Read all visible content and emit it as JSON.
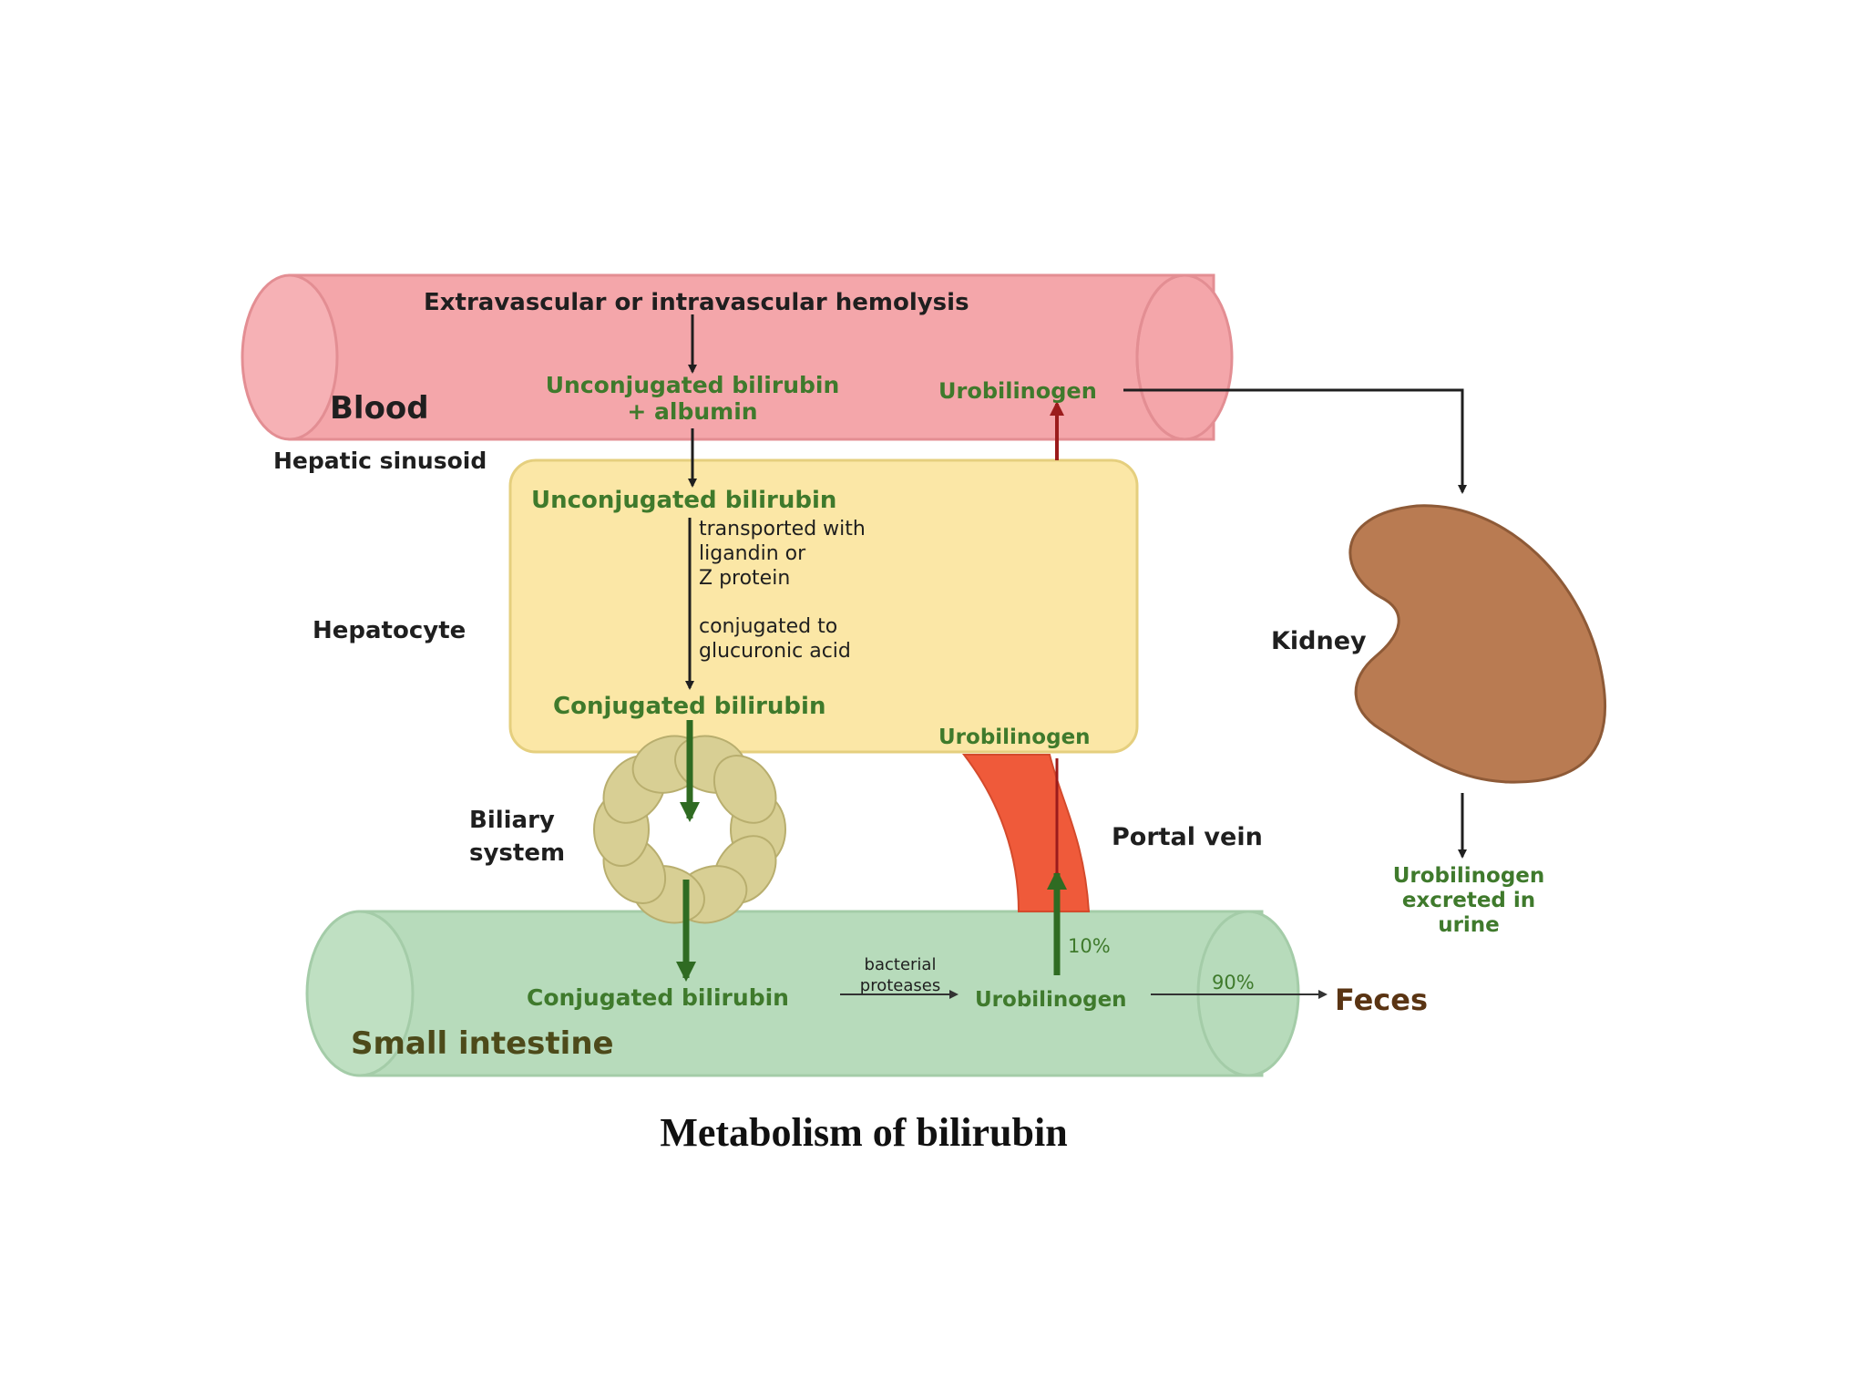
{
  "diagram": {
    "caption": "Metabolism of bilirubin",
    "blood": {
      "region_label": "Blood",
      "hemolysis": "Extravascular or intravascular hemolysis",
      "bilirubin_albumin_line1": "Unconjugated bilirubin",
      "bilirubin_albumin_line2": "+ albumin",
      "urobilinogen": "Urobilinogen",
      "color": "#f4a6aa"
    },
    "hepatic_sinusoid": "Hepatic sinusoid",
    "hepatocyte": {
      "region_label": "Hepatocyte",
      "unconjugated": "Unconjugated bilirubin",
      "transport_line1": "transported with",
      "transport_line2": "ligandin or",
      "transport_line3": "Z protein",
      "conjugation_line1": "conjugated to",
      "conjugation_line2": "glucuronic acid",
      "conjugated": "Conjugated bilirubin",
      "urobilinogen": "Urobilinogen",
      "color": "#fbe7a6"
    },
    "biliary": {
      "line1": "Biliary",
      "line2": "system",
      "color": "#d8cf94"
    },
    "portal_vein": {
      "label": "Portal vein",
      "color": "#ef5a3a"
    },
    "small_intestine": {
      "region_label": "Small intestine",
      "conjugated": "Conjugated bilirubin",
      "proteases_line1": "bacterial",
      "proteases_line2": "proteases",
      "urobilinogen": "Urobilinogen",
      "percent_portal": "10%",
      "percent_feces": "90%",
      "feces": "Feces",
      "color": "#b7dbbb"
    },
    "kidney": {
      "label": "Kidney",
      "excreted_line1": "Urobilinogen",
      "excreted_line2": "excreted in",
      "excreted_line3": "urine",
      "color": "#b97b52"
    }
  }
}
